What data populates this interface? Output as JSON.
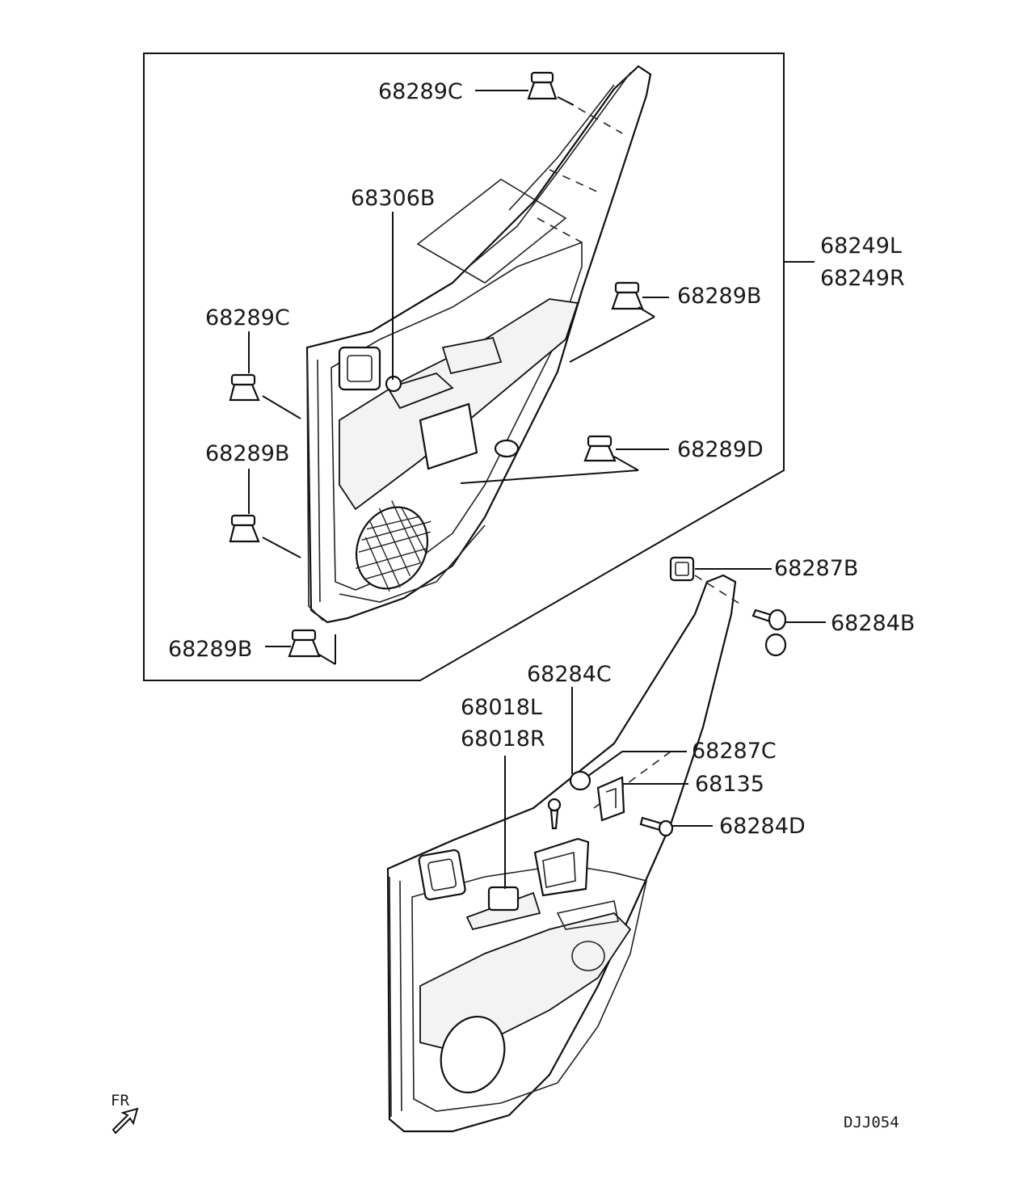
{
  "diagram": {
    "labels": {
      "clip_top": "68289C",
      "clip_left_upper": "68289C",
      "clip_left_lower": "68289B",
      "clip_bottom": "68289B",
      "clip_right_upper": "68289B",
      "clip_right_lower": "68289D",
      "switch_cover": "68306B",
      "trim_panel_l": "68249L",
      "trim_panel_r": "68249R",
      "fastener_a": "68287B",
      "screw_a": "68284B",
      "screw_c": "68284C",
      "bezel_l": "68018L",
      "bezel_r": "68018R",
      "fastener_c": "68287C",
      "bracket": "68135",
      "screw_d": "68284D"
    },
    "direction_marker": "FR",
    "figure_code": "DJJ054"
  }
}
